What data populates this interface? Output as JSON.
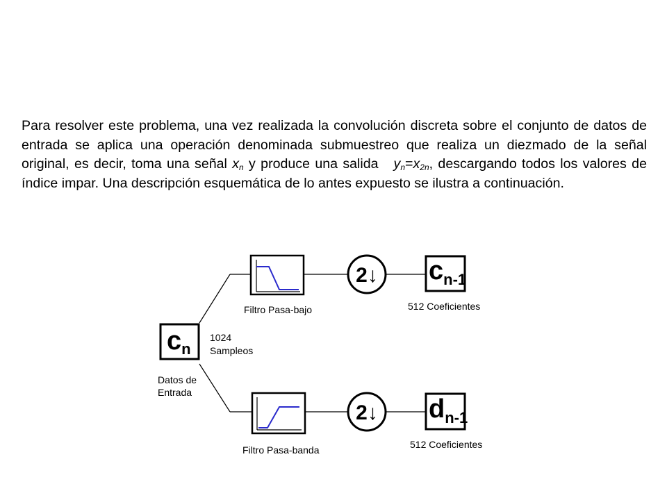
{
  "paragraph": {
    "p1": "Para resolver este problema, una vez realizada la convolución discreta sobre el conjunto de datos de entrada se aplica una operación denominada submuestreo que realiza un diezmado de la señal original, es decir, toma una señal ",
    "xn_base": "x",
    "xn_sub": "n",
    "p2": " y produce una salida   ",
    "yn_base": "y",
    "yn_sub": "n",
    "eq": "=",
    "x2n_base": "x",
    "x2n_sub": "2n",
    "p3": ", descargando todos los valores de índice impar. Una descripción esquemática de lo antes expuesto se ilustra a continuación."
  },
  "diagram": {
    "input_box": {
      "base": "c",
      "sub": "n"
    },
    "input_label_line1": "Datos de",
    "input_label_line2": "Entrada",
    "samples_line1": "1024",
    "samples_line2": "Sampleos",
    "lowpass_label": "Filtro Pasa-bajo",
    "bandpass_label": "Filtro Pasa-banda",
    "decimator_top": "2↓",
    "decimator_bottom": "2↓",
    "output_top": {
      "base": "c",
      "sub": "n-1"
    },
    "output_bottom": {
      "base": "d",
      "sub": "n-1"
    },
    "coef_top": "512 Coeficientes",
    "coef_bottom": "512 Coeficientes",
    "colors": {
      "filter_curve": "#2a2acc",
      "stroke": "#000000"
    }
  }
}
